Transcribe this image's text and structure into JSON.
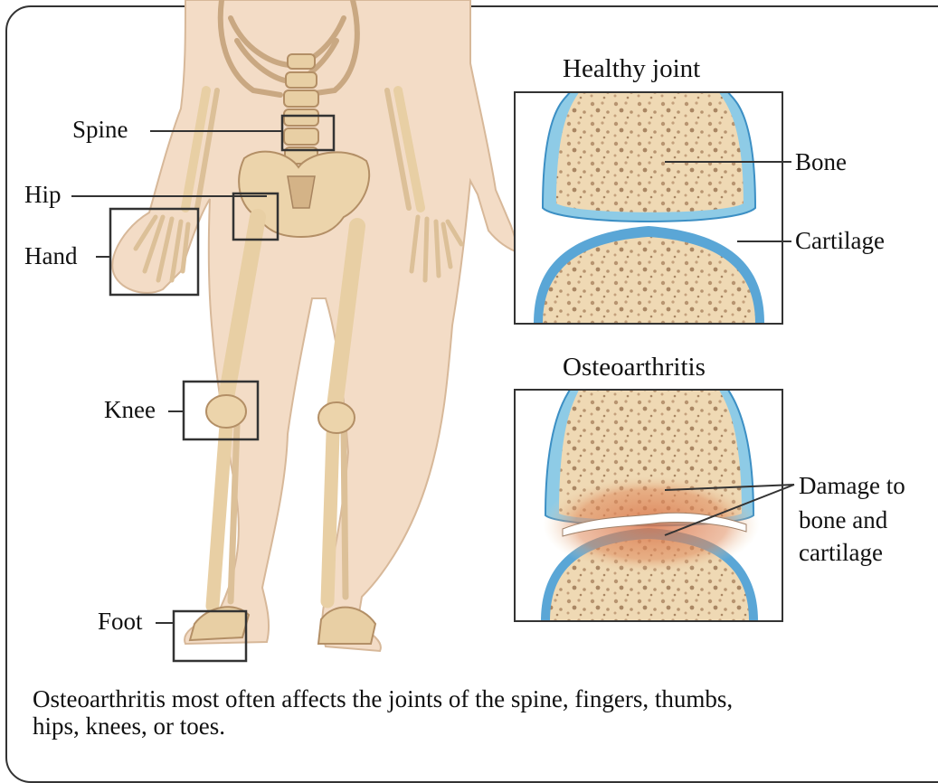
{
  "labels": {
    "spine": "Spine",
    "hip": "Hip",
    "hand": "Hand",
    "knee": "Knee",
    "foot": "Foot"
  },
  "panels": {
    "healthy": {
      "title": "Healthy joint",
      "bone": "Bone",
      "cartilage": "Cartilage"
    },
    "osteo": {
      "title": "Osteoarthritis",
      "damage_line1": "Damage to",
      "damage_line2": "bone and",
      "damage_line3": "cartilage"
    }
  },
  "caption": {
    "line1": "Osteoarthritis most often affects the joints of the spine, fingers, thumbs,",
    "line2": "hips, knees, or toes."
  },
  "colors": {
    "skin": "#f3dcc6",
    "bone": "#e8cfa4",
    "bone_shade": "#d4b387",
    "cartilage": "#8ecbe6",
    "cartilage_edge": "#3c8fc4",
    "damage": "#d9744a"
  }
}
